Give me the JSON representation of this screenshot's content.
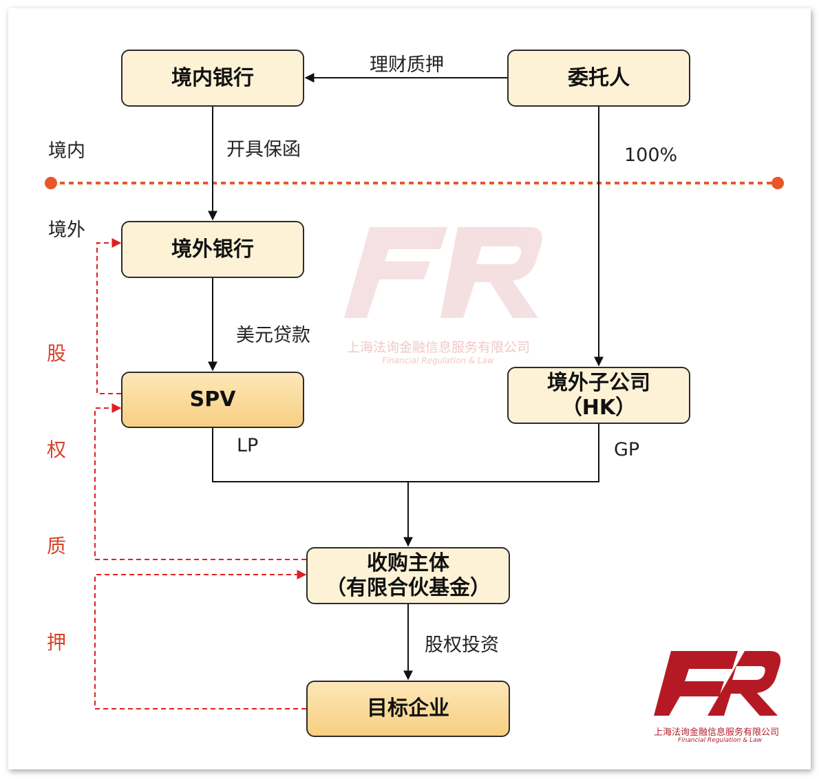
{
  "nodes": {
    "domestic_bank": "境内银行",
    "settlor": "委托人",
    "overseas_bank": "境外银行",
    "spv": "SPV",
    "hk_subsidiary_line1": "境外子公司",
    "hk_subsidiary_line2": "（HK）",
    "acquirer_line1": "收购主体",
    "acquirer_line2": "（有限合伙基金）",
    "target": "目标企业"
  },
  "edges": {
    "wealth_pledge": "理财质押",
    "issue_guarantee": "开具保函",
    "usd_loan": "美元贷款",
    "ownership": "100%",
    "lp": "LP",
    "gp": "GP",
    "equity_investment": "股权投资"
  },
  "zones": {
    "onshore": "境内",
    "offshore": "境外"
  },
  "side_label": [
    "股",
    "权",
    "质",
    "押"
  ],
  "watermark": {
    "logo": "FR",
    "company": "上海法询金融信息服务有限公司",
    "english": "Financial Regulation & Law"
  },
  "colors": {
    "box_light": "#fdf2d6",
    "box_dark": "#f7cf82",
    "border_line": "#e8562a",
    "pledge_line": "#e02020",
    "logo": "#b51a24"
  }
}
